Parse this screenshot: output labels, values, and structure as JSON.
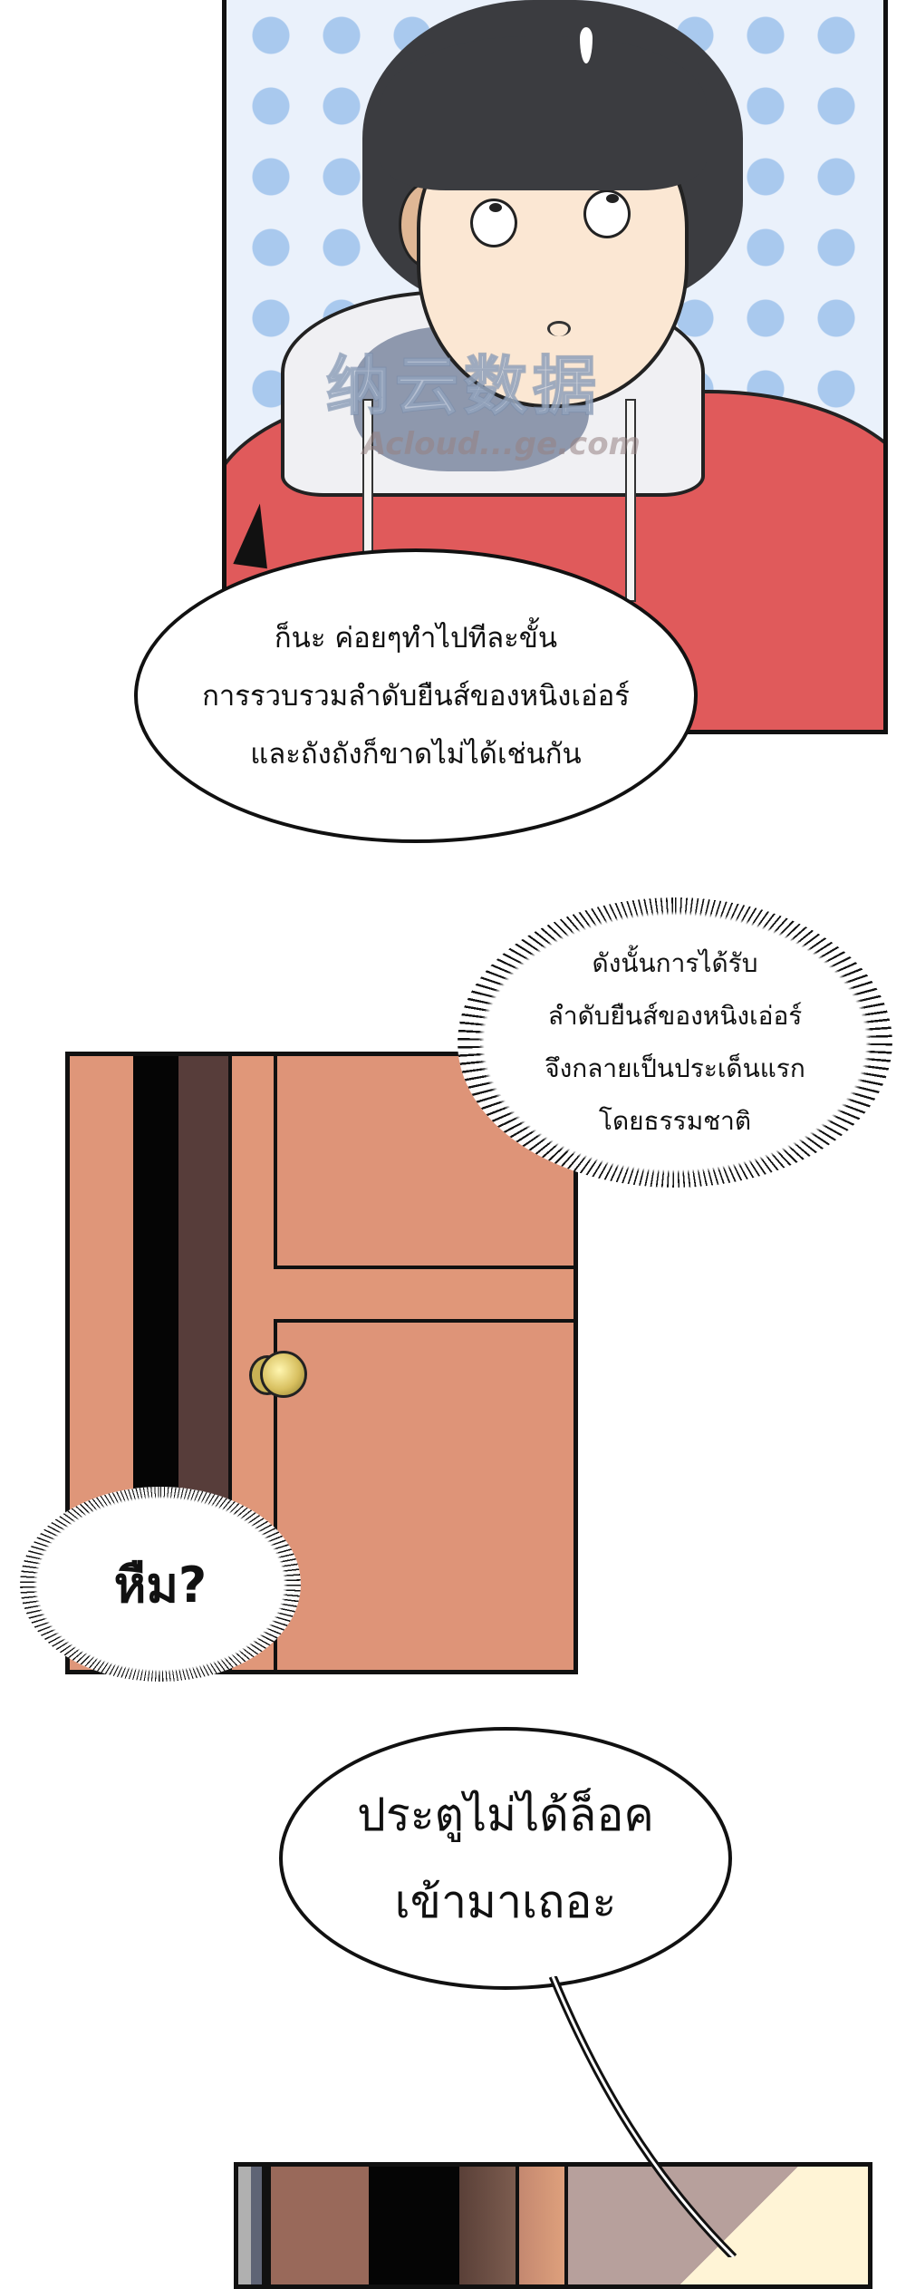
{
  "page": {
    "type": "comic-strip",
    "language": "th"
  },
  "panels": [
    {
      "id": "panel-1",
      "description": "boy in red hoodie with tired expression, polka-dot background",
      "watermark": {
        "chinese": "纳云数据",
        "latin": "Acloud...ge.com"
      }
    },
    {
      "id": "panel-2",
      "description": "closed wooden door with brass knob"
    },
    {
      "id": "panel-3",
      "description": "partial view of next panel"
    }
  ],
  "bubbles": {
    "speech_1": {
      "lines": [
        "ก็นะ ค่อยๆทำไปทีละขั้น",
        "การรวบรวมลำดับยืนส์ของหนิงเอ่อร์",
        "และถังถังก็ขาดไม่ได้เช่นกัน"
      ]
    },
    "narration_1": {
      "lines": [
        "ดังนั้นการได้รับ",
        "ลำดับยืนส์ของหนิงเอ่อร์",
        "จึงกลายเป็นประเด็นแรก",
        "โดยธรรมชาติ"
      ]
    },
    "sfx_1": {
      "lines": [
        "หืม?"
      ]
    },
    "speech_2": {
      "lines": [
        "ประตูไม่ได้ล็อค",
        "เข้ามาเถอะ"
      ]
    }
  },
  "colors": {
    "jacket": "#e05a5b",
    "door": "#e09779",
    "hair": "#3b3c40",
    "dots": "#a9c9ee"
  }
}
